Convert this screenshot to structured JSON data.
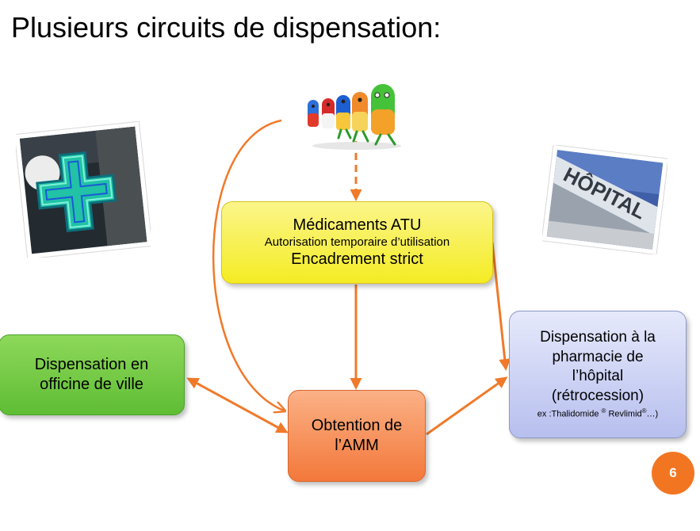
{
  "title": "Plusieurs circuits de dispensation:",
  "nodes": {
    "atu": {
      "line1": "Médicaments ATU",
      "line2": "Autorisation temporaire d’utilisation",
      "line3": "Encadrement strict"
    },
    "amm": {
      "line1": "Obtention de",
      "line2": "l’AMM"
    },
    "officine": {
      "line1": "Dispensation en",
      "line2": "officine de ville"
    },
    "hopital": {
      "line1": "Dispensation à la",
      "line2": "pharmacie de",
      "line3": "l’hôpital",
      "line4": "(rétrocession)",
      "example_prefix": "ex :Thalidomide ",
      "reg_mark": "®",
      "example_middle": " Revlimid",
      "example_suffix": "…)"
    }
  },
  "pictures": {
    "pharmacy_sign": "pharmacy-cross-sign",
    "hospital_sign": "hospital-facade",
    "hospital_sign_text": "HÔPITAL",
    "pills": "walking-pill-characters"
  },
  "page_number": "6",
  "colors": {
    "arrow": "#f07a2a",
    "atu_box": "#f6ee3a",
    "amm_box": "#f5884a",
    "officine_box": "#6ec43e",
    "hopital_box": "#c9cff3",
    "page_badge": "#f27622"
  }
}
